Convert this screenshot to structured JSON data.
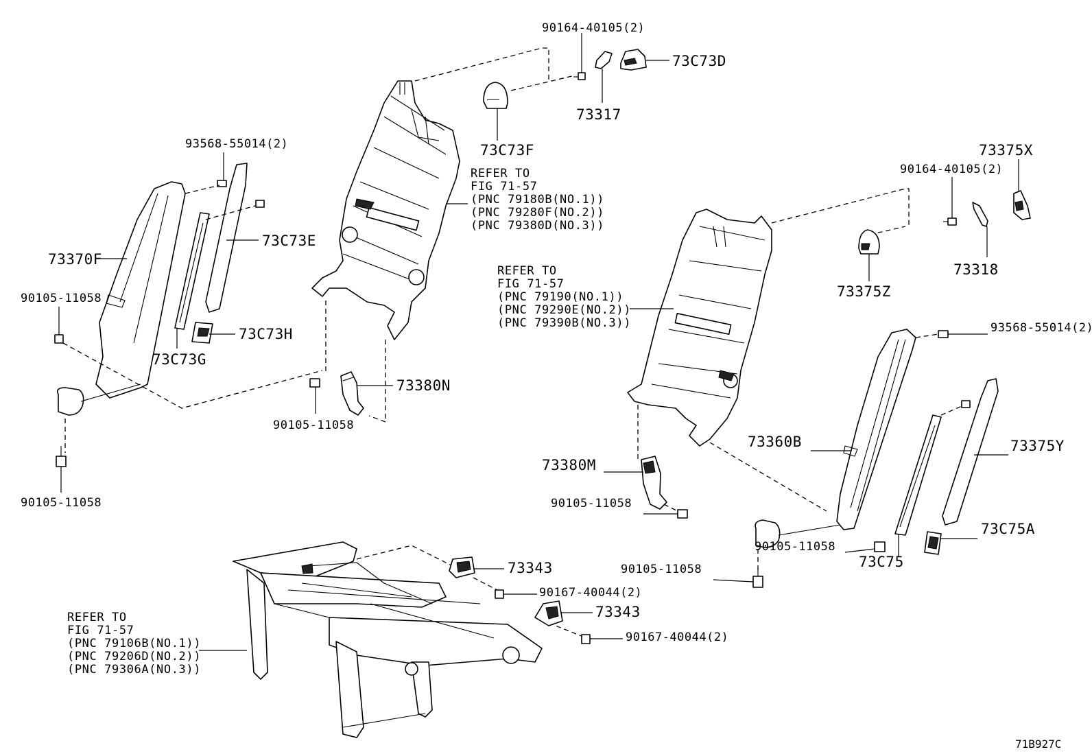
{
  "diagram_code": "71B927C",
  "refer_notes": {
    "seatback_left": [
      "REFER TO",
      "FIG 71-57",
      "(PNC 79180B(NO.1))",
      "(PNC 79280F(NO.2))",
      "(PNC 79380D(NO.3))"
    ],
    "seatback_right": [
      "REFER TO",
      "FIG 71-57",
      "(PNC 79190(NO.1))",
      "(PNC 79290E(NO.2))",
      "(PNC 79390B(NO.3))"
    ],
    "cushion_frame": [
      "REFER TO",
      "FIG 71-57",
      "(PNC 79106B(NO.1))",
      "(PNC 79206D(NO.2))",
      "(PNC 79306A(NO.3))"
    ]
  },
  "part_labels": {
    "p_90164_40105_left": "90164-40105(2)",
    "p_73C73D": "73C73D",
    "p_73317": "73317",
    "p_73C73F": "73C73F",
    "p_93568_55014_left": "93568-55014(2)",
    "p_73C73E": "73C73E",
    "p_73370F": "73370F",
    "p_90105_11058_a": "90105-11058",
    "p_73C73H": "73C73H",
    "p_73C73G": "73C73G",
    "p_73380N": "73380N",
    "p_90105_11058_b": "90105-11058",
    "p_90105_11058_c": "90105-11058",
    "p_73375X": "73375X",
    "p_90164_40105_right": "90164-40105(2)",
    "p_73318": "73318",
    "p_73375Z": "73375Z",
    "p_93568_55014_right": "93568-55014(2)",
    "p_73360B": "73360B",
    "p_73375Y": "73375Y",
    "p_73380M": "73380M",
    "p_90105_11058_d": "90105-11058",
    "p_90105_11058_e": "90105-11058",
    "p_73C75A": "73C75A",
    "p_73C75": "73C75",
    "p_90105_11058_f": "90105-11058",
    "p_73343_a": "73343",
    "p_90167_40044_a": "90167-40044(2)",
    "p_73343_b": "73343",
    "p_90167_40044_b": "90167-40044(2)"
  }
}
